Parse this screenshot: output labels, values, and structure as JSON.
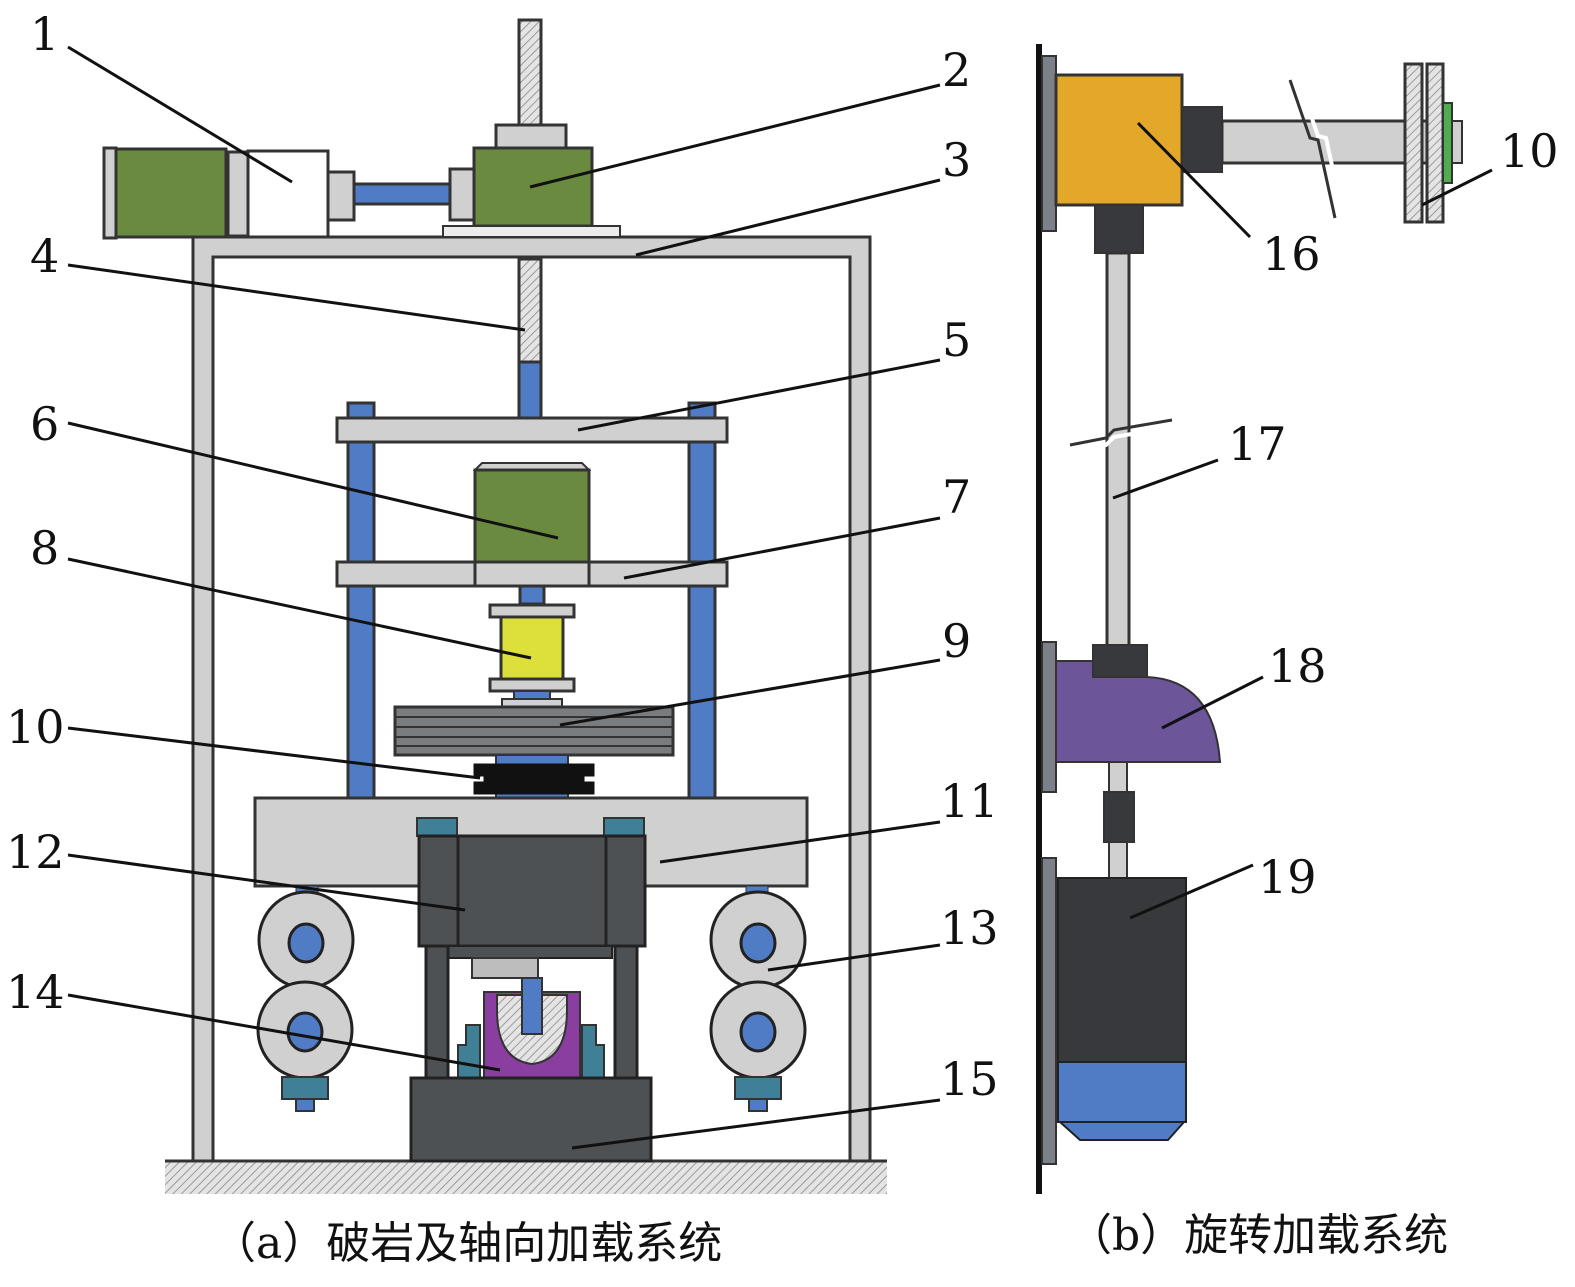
{
  "figure": {
    "panel_a_caption": "（a）破岩及轴向加载系统",
    "panel_b_caption": "（b）旋转加载系统"
  },
  "colors": {
    "frame_gray": "#d0d0d0",
    "motor_green": "#6a8b3f",
    "rod_blue": "#4f7cc4",
    "sensor_yellow": "#dde03a",
    "dark_block": "#4d5154",
    "bolt_teal": "#3f8096",
    "holder_purple": "#8a3fa0",
    "gearbox_orange": "#e3a72a",
    "coupling_dark": "#38393d",
    "reducer_purple": "#6c5599",
    "wall_gray": "#7c8088",
    "coupling_green": "#4fad4f"
  },
  "callouts": [
    {
      "id": "1",
      "label": "1"
    },
    {
      "id": "2",
      "label": "2"
    },
    {
      "id": "3",
      "label": "3"
    },
    {
      "id": "4",
      "label": "4"
    },
    {
      "id": "5",
      "label": "5"
    },
    {
      "id": "6",
      "label": "6"
    },
    {
      "id": "7",
      "label": "7"
    },
    {
      "id": "8",
      "label": "8"
    },
    {
      "id": "9",
      "label": "9"
    },
    {
      "id": "10a",
      "label": "10"
    },
    {
      "id": "11",
      "label": "11"
    },
    {
      "id": "12",
      "label": "12"
    },
    {
      "id": "13",
      "label": "13"
    },
    {
      "id": "14",
      "label": "14"
    },
    {
      "id": "15",
      "label": "15"
    },
    {
      "id": "10b",
      "label": "10"
    },
    {
      "id": "16",
      "label": "16"
    },
    {
      "id": "17",
      "label": "17"
    },
    {
      "id": "18",
      "label": "18"
    },
    {
      "id": "19",
      "label": "19"
    }
  ]
}
